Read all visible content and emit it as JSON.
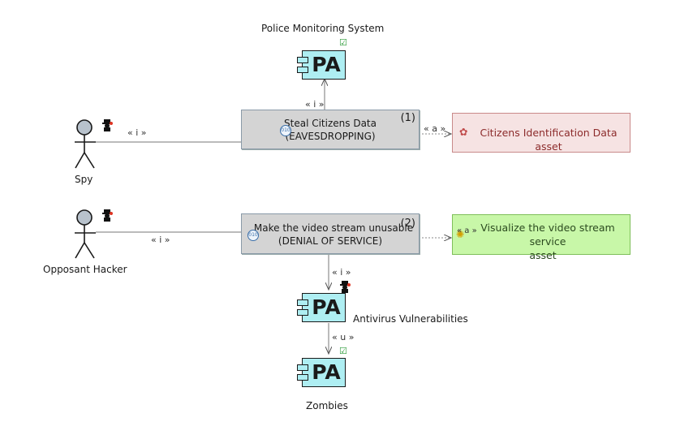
{
  "diagram": {
    "components": {
      "police": {
        "title": "Police Monitoring System",
        "stereo_text": "PA"
      },
      "antivirus": {
        "title": "Antivirus Vulnerabilities",
        "stereo_text": "PA"
      },
      "zombies": {
        "title": "Zombies",
        "stereo_text": "PA"
      }
    },
    "actors": {
      "spy": {
        "name": "Spy"
      },
      "hacker": {
        "name": "Opposant Hacker"
      }
    },
    "actions": {
      "steal": {
        "line1": "Steal Citizens Data",
        "line2": "(EAVESDROPPING)",
        "number": "(1)",
        "icon": "010"
      },
      "dos": {
        "line1": "Make the video stream unusable",
        "line2": "(DENIAL OF SERVICE)",
        "number": "(2)",
        "icon": "010"
      }
    },
    "assets": {
      "citizens": {
        "label": "Citizens Identification Data asset",
        "color": "#f6e3e3"
      },
      "video": {
        "line1": "Visualize the video stream service",
        "line2": "asset",
        "color": "#c8f7a8"
      }
    },
    "stereotypes": {
      "spy_to_steal": "« i »",
      "steal_to_police": "« i »",
      "steal_to_citizens": "« a »",
      "hacker_to_dos": "« i »",
      "dos_to_video": "« a »",
      "dos_to_antivirus": "« i »",
      "antivirus_to_zombies": "« u »"
    }
  }
}
